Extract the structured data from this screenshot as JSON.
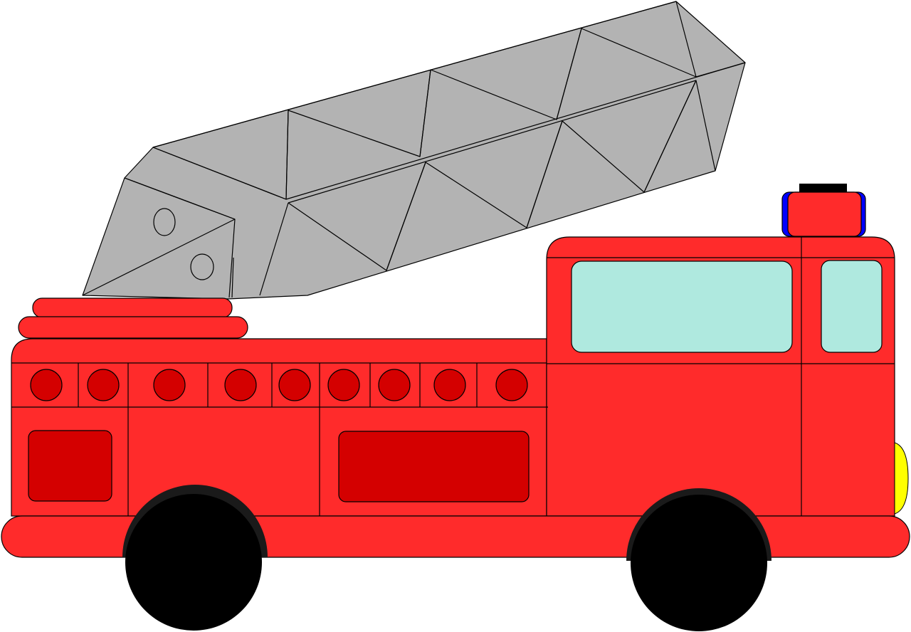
{
  "illustration": {
    "subject": "fire-truck",
    "colors": {
      "body_red": "#ff2b2b",
      "panel_dark_red": "#d40000",
      "ladder_gray": "#b3b3b3",
      "window_cyan": "#afe9df",
      "tire_black": "#000000",
      "fender_black": "#1a1a1a",
      "siren_blue": "#0000ff",
      "headlight_yellow": "#ffff00",
      "outline": "#000000",
      "background": "#ffffff"
    },
    "icons": [
      "ladder",
      "siren-light",
      "headlight",
      "wheel",
      "window",
      "compartment-light"
    ]
  }
}
